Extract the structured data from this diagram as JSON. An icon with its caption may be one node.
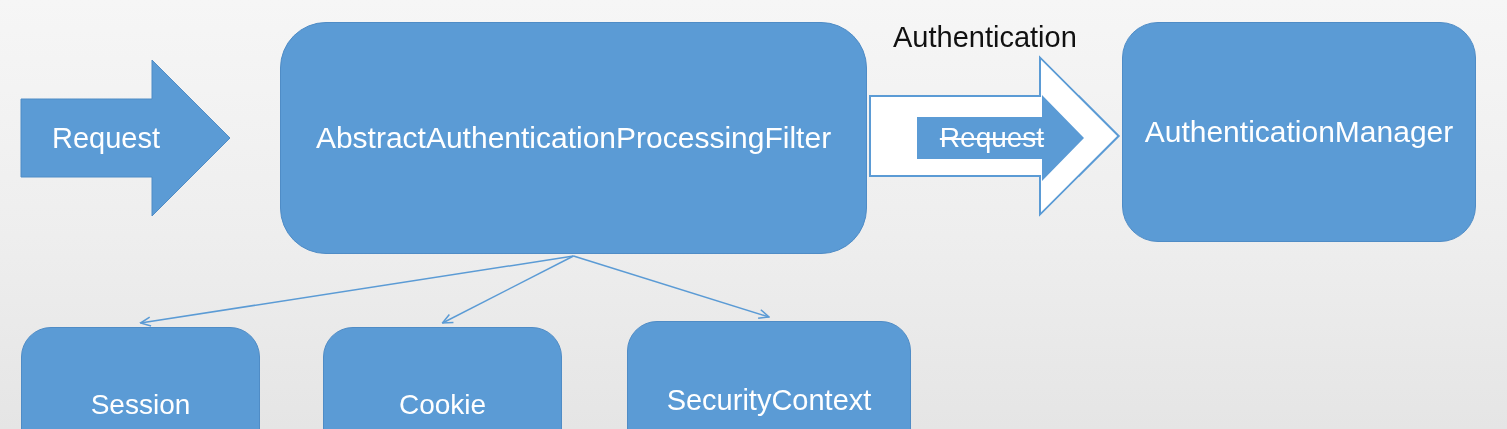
{
  "diagram": {
    "nodes": [
      {
        "text": [
          "Request"
        ]
      },
      {
        "text": [
          "AbstractAuthenticationProcessingFilter"
        ]
      },
      {
        "text": [
          "AuthenticationManager"
        ]
      },
      {
        "text": [
          "Session"
        ]
      },
      {
        "text": [
          "Cookie"
        ]
      },
      {
        "text": [
          "SecurityContext"
        ]
      }
    ],
    "edges": [
      {
        "from": 1,
        "to": 2,
        "arrow": "to",
        "label": "Authentication",
        "style": "thick"
      },
      {
        "from": 1,
        "to": 3,
        "arrow": "to"
      },
      {
        "from": 1,
        "to": 4,
        "arrow": "to"
      },
      {
        "from": 1,
        "to": 5,
        "arrow": "to"
      }
    ],
    "labels": [
      "Request"
    ]
  }
}
